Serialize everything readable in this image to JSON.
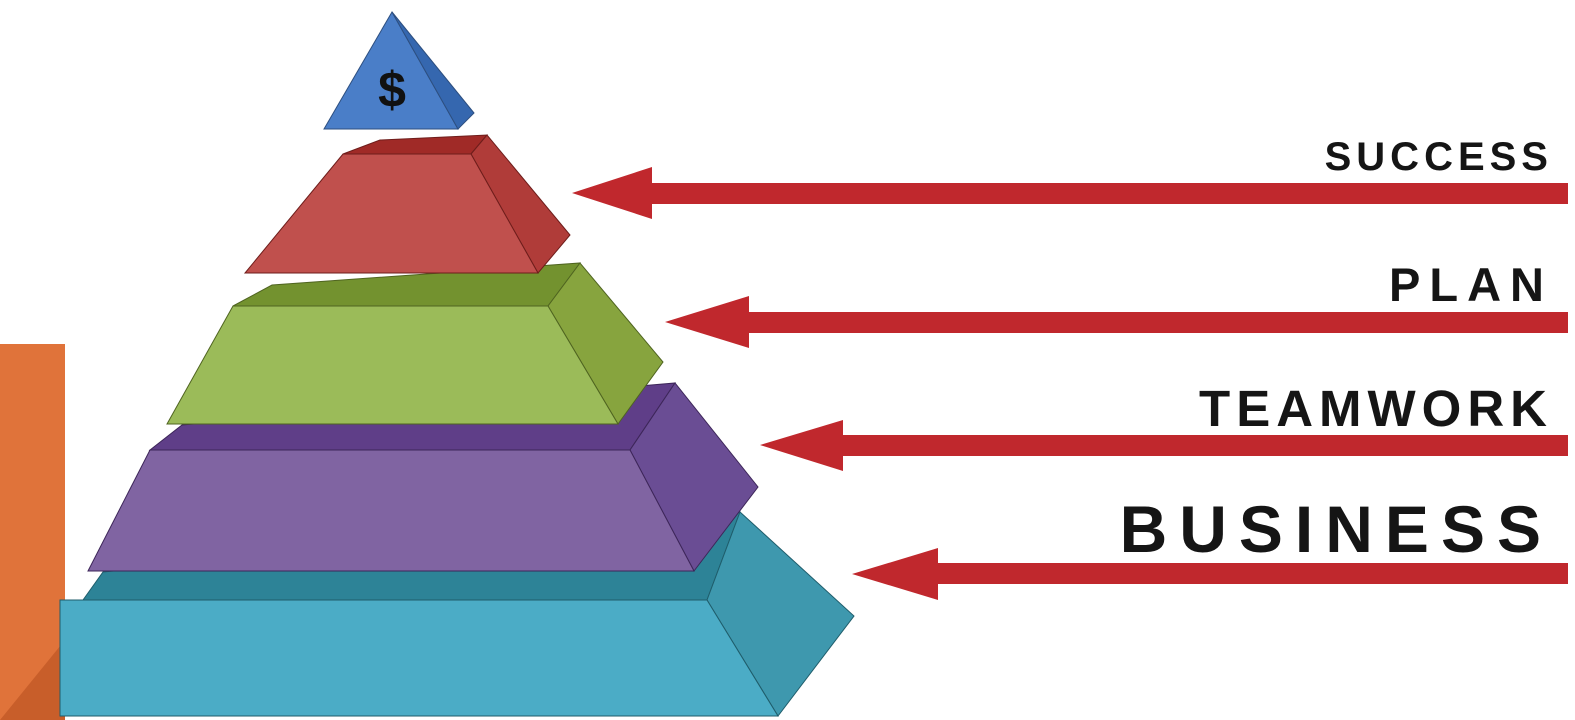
{
  "pyramid": {
    "apex_symbol": "$",
    "levels": [
      {
        "label": "SUCCESS"
      },
      {
        "label": "PLAN"
      },
      {
        "label": "TEAMWORK"
      },
      {
        "label": "BUSINESS"
      }
    ]
  },
  "colors": {
    "accent_bar": "#E0733A",
    "arrow": "#C0282D",
    "apex": "#4A7EC8",
    "red_tier": "#C0504D",
    "green_tier": "#9BBB59",
    "purple_tier": "#8064A2",
    "teal_tier": "#4BACC6",
    "label_text": "#151515"
  }
}
